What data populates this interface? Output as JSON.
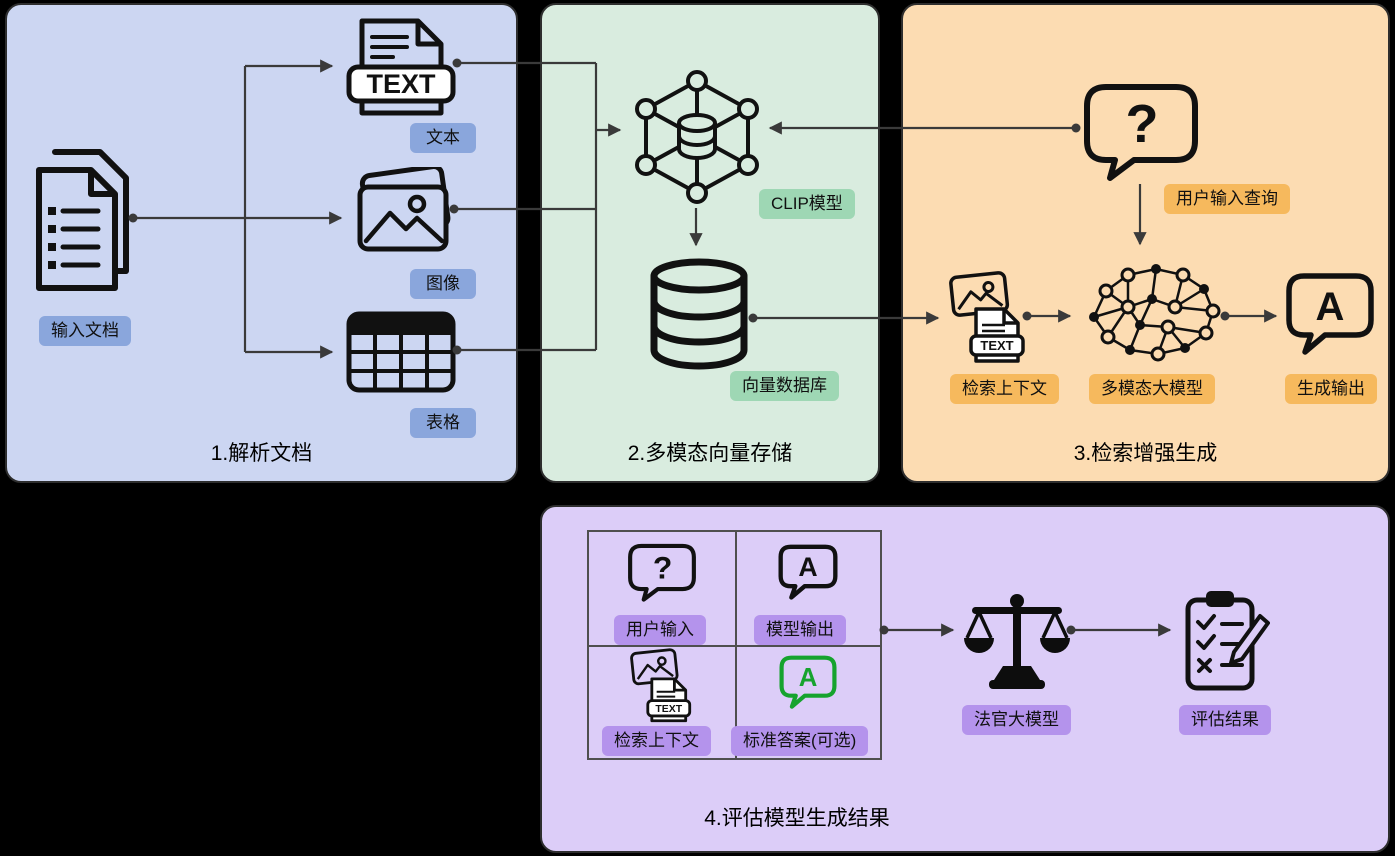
{
  "panels": {
    "parse": {
      "title": "1.解析文档",
      "labels": {
        "input_doc": "输入文档",
        "text": "文本",
        "image": "图像",
        "table": "表格"
      }
    },
    "vector": {
      "title": "2.多模态向量存储",
      "labels": {
        "clip": "CLIP模型",
        "vector_db": "向量数据库"
      }
    },
    "rag": {
      "title": "3.检索增强生成",
      "labels": {
        "user_query": "用户输入查询",
        "retrieved_context": "检索上下文",
        "mllm": "多模态大模型",
        "gen_output": "生成输出"
      }
    },
    "eval": {
      "title": "4.评估模型生成结果",
      "labels": {
        "user_input": "用户输入",
        "model_output": "模型输出",
        "retrieved_context": "检索上下文",
        "reference_answer": "标准答案(可选)",
        "judge_model": "法官大模型",
        "eval_result": "评估结果"
      }
    }
  },
  "icon_text": {
    "text_file": "TEXT",
    "question_mark": "?",
    "answer_letter": "A"
  },
  "colors": {
    "background": "#000000",
    "panel_parse_bg": "#ccd6f2",
    "panel_vector_bg": "#d9ecdf",
    "panel_rag_bg": "#fcdcb2",
    "panel_eval_bg": "#dccdf8",
    "chip_parse_bg": "#8aa6dc",
    "chip_vector_bg": "#9ed7b4",
    "chip_rag_bg": "#f6b95d",
    "chip_eval_bg": "#b493ec",
    "connector": "#3a3a3a",
    "icon_stroke": "#111111",
    "reference_green": "#16a32e"
  }
}
